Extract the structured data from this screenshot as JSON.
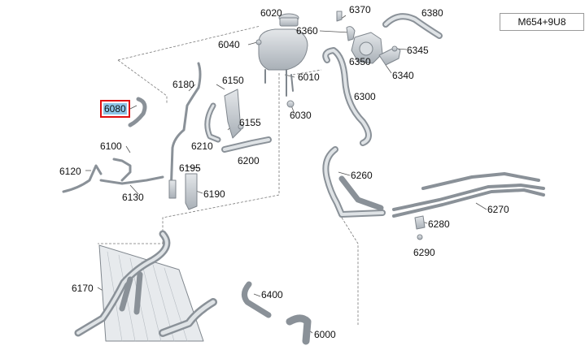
{
  "variant_code": "M654+9U8",
  "highlighted_part": "6080",
  "parts": {
    "p6020": "6020",
    "p6370": "6370",
    "p6380": "6380",
    "p6360": "6360",
    "p6040": "6040",
    "p6345": "6345",
    "p6350": "6350",
    "p6340": "6340",
    "p6010": "6010",
    "p6180": "6180",
    "p6150": "6150",
    "p6300": "6300",
    "p6080": "6080",
    "p6030": "6030",
    "p6155": "6155",
    "p6100": "6100",
    "p6210": "6210",
    "p6200": "6200",
    "p6120": "6120",
    "p6195": "6195",
    "p6260": "6260",
    "p6190": "6190",
    "p6130": "6130",
    "p6280": "6280",
    "p6270": "6270",
    "p6290": "6290",
    "p6170": "6170",
    "p6400": "6400",
    "p6000": "6000"
  },
  "colors": {
    "part_fill": "#c9ced4",
    "part_stroke": "#7f868d",
    "highlight_fill": "#8fc6e8",
    "highlight_border": "#e01010",
    "leader_line": "#555555"
  }
}
